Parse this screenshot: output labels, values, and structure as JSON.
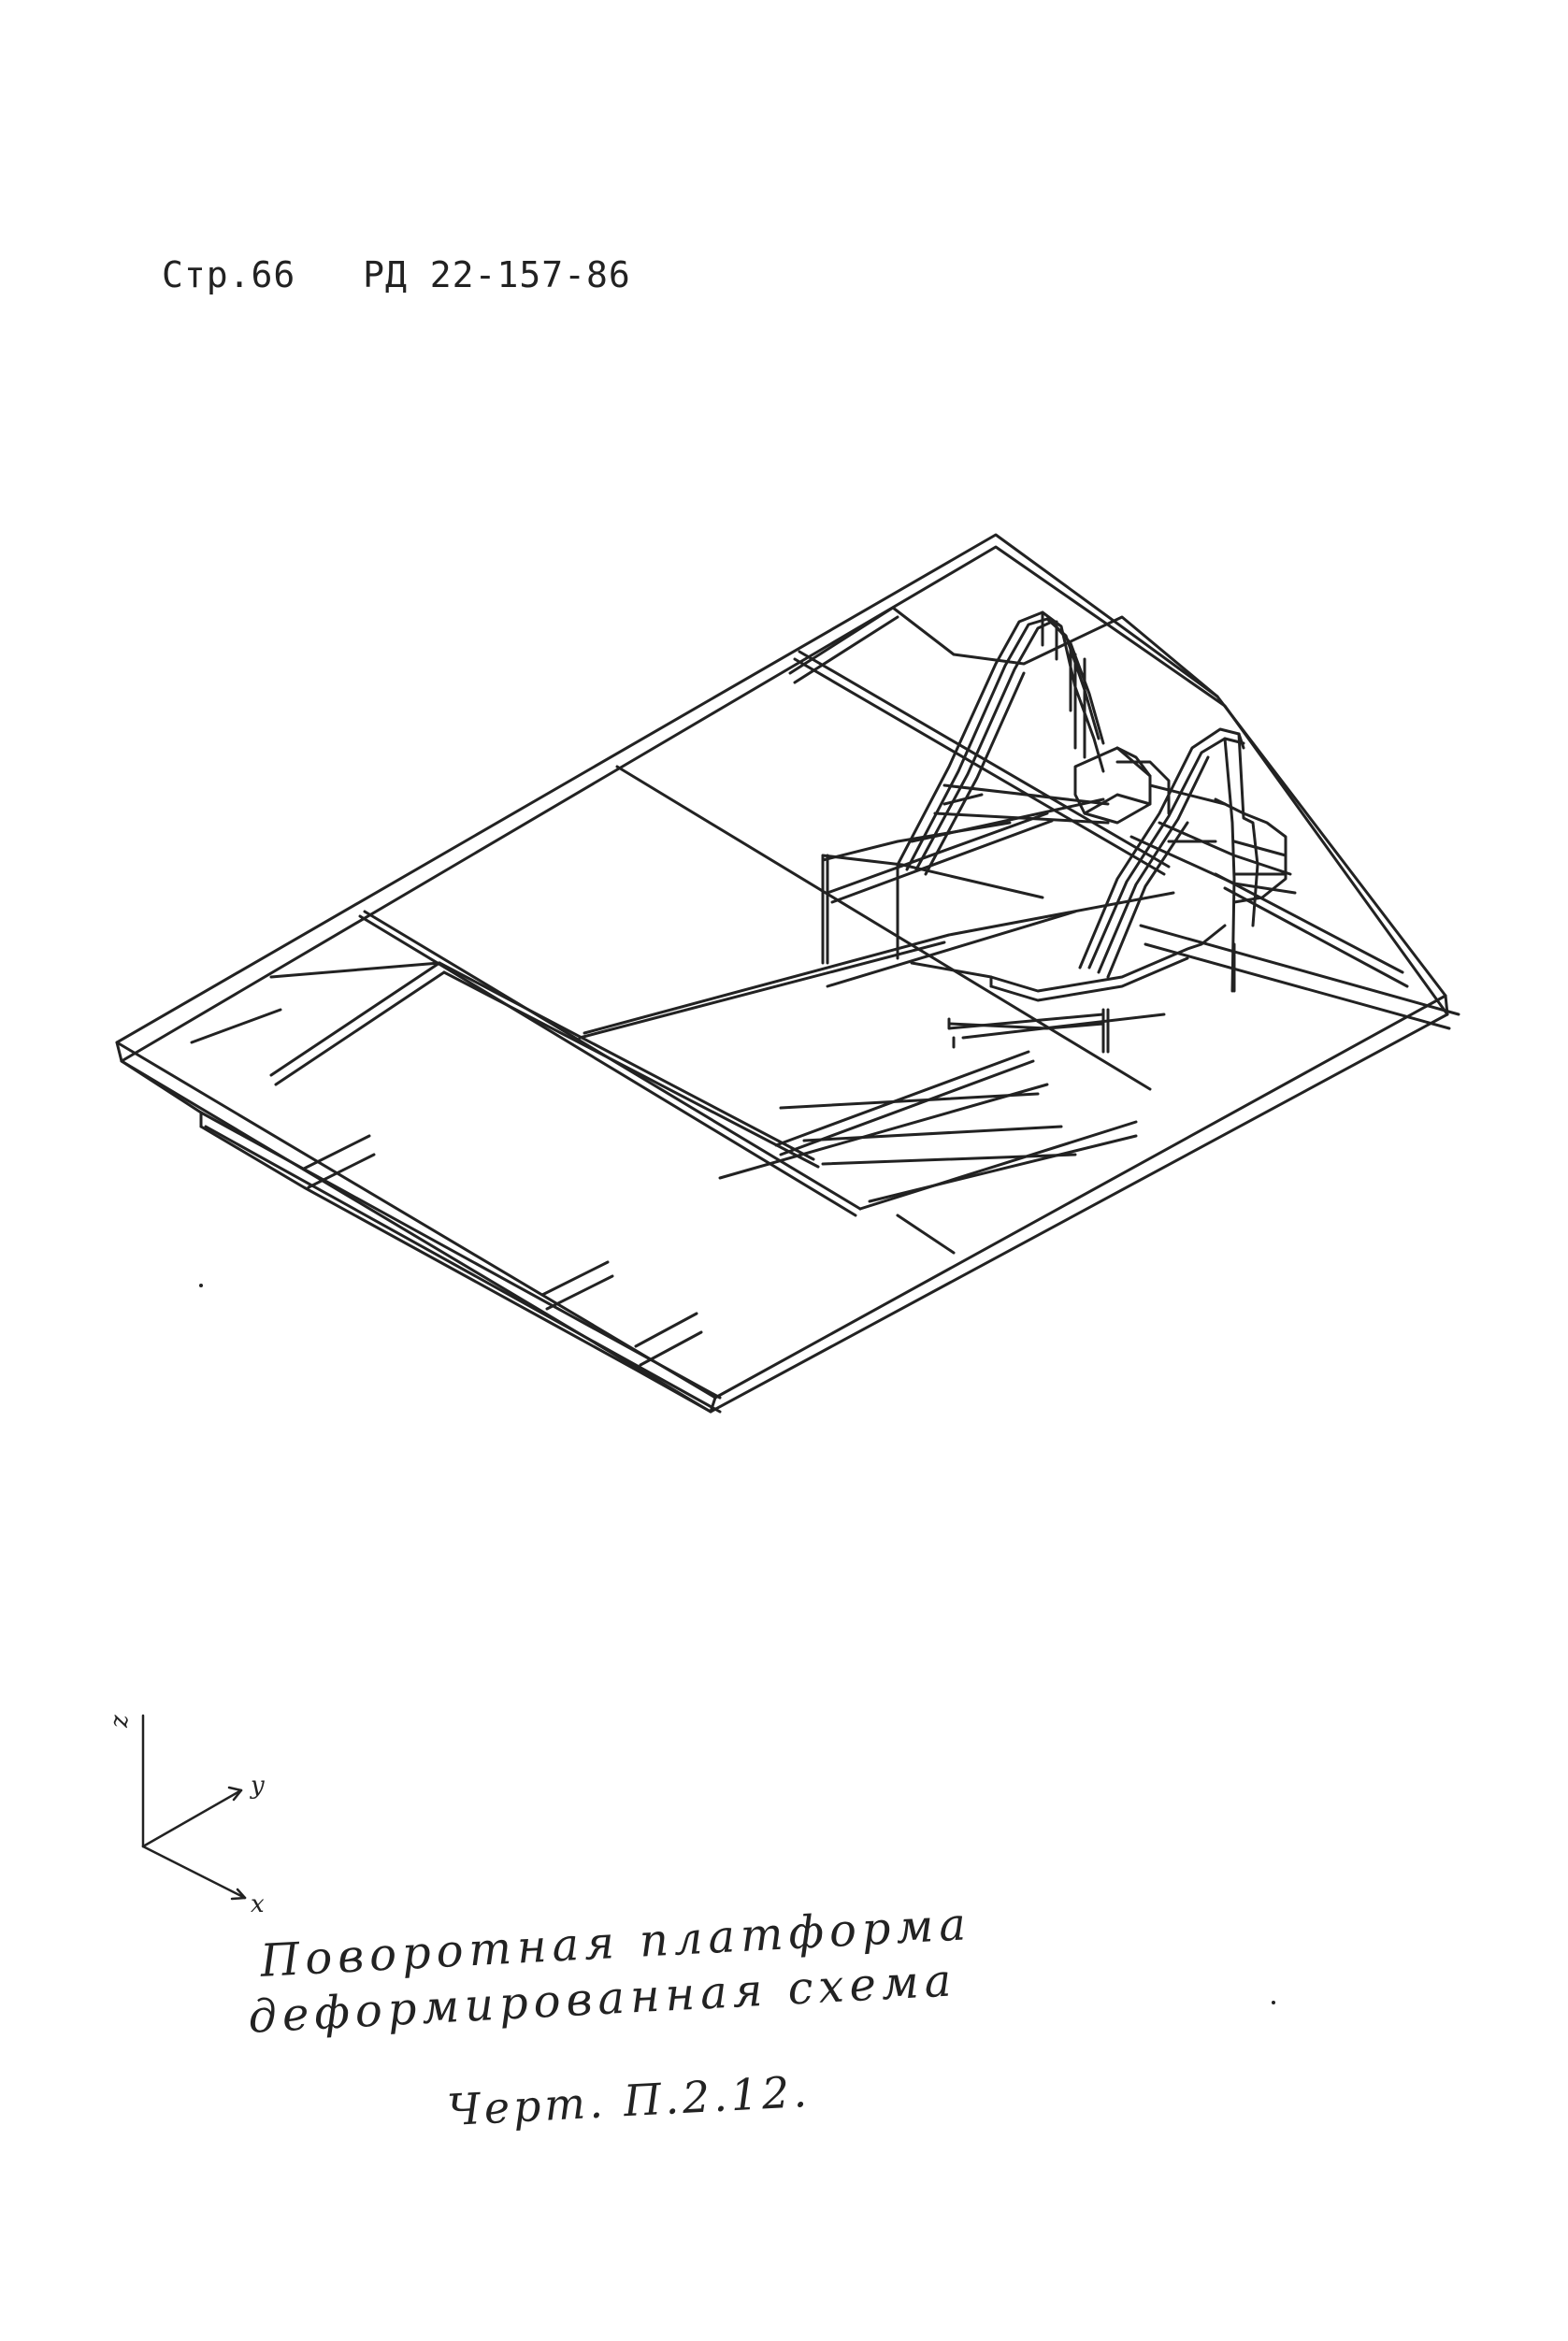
{
  "header": {
    "page_label": "Стр.66",
    "doc_code": "РД 22-157-86"
  },
  "axes": {
    "z_label": "z",
    "y_label": "y",
    "x_label": "x"
  },
  "caption": {
    "line1": "Поворотная платформа",
    "line2": "деформированная схема",
    "drawing_ref": "Черт. П.2.12."
  },
  "colors": {
    "ink": "#222222"
  }
}
